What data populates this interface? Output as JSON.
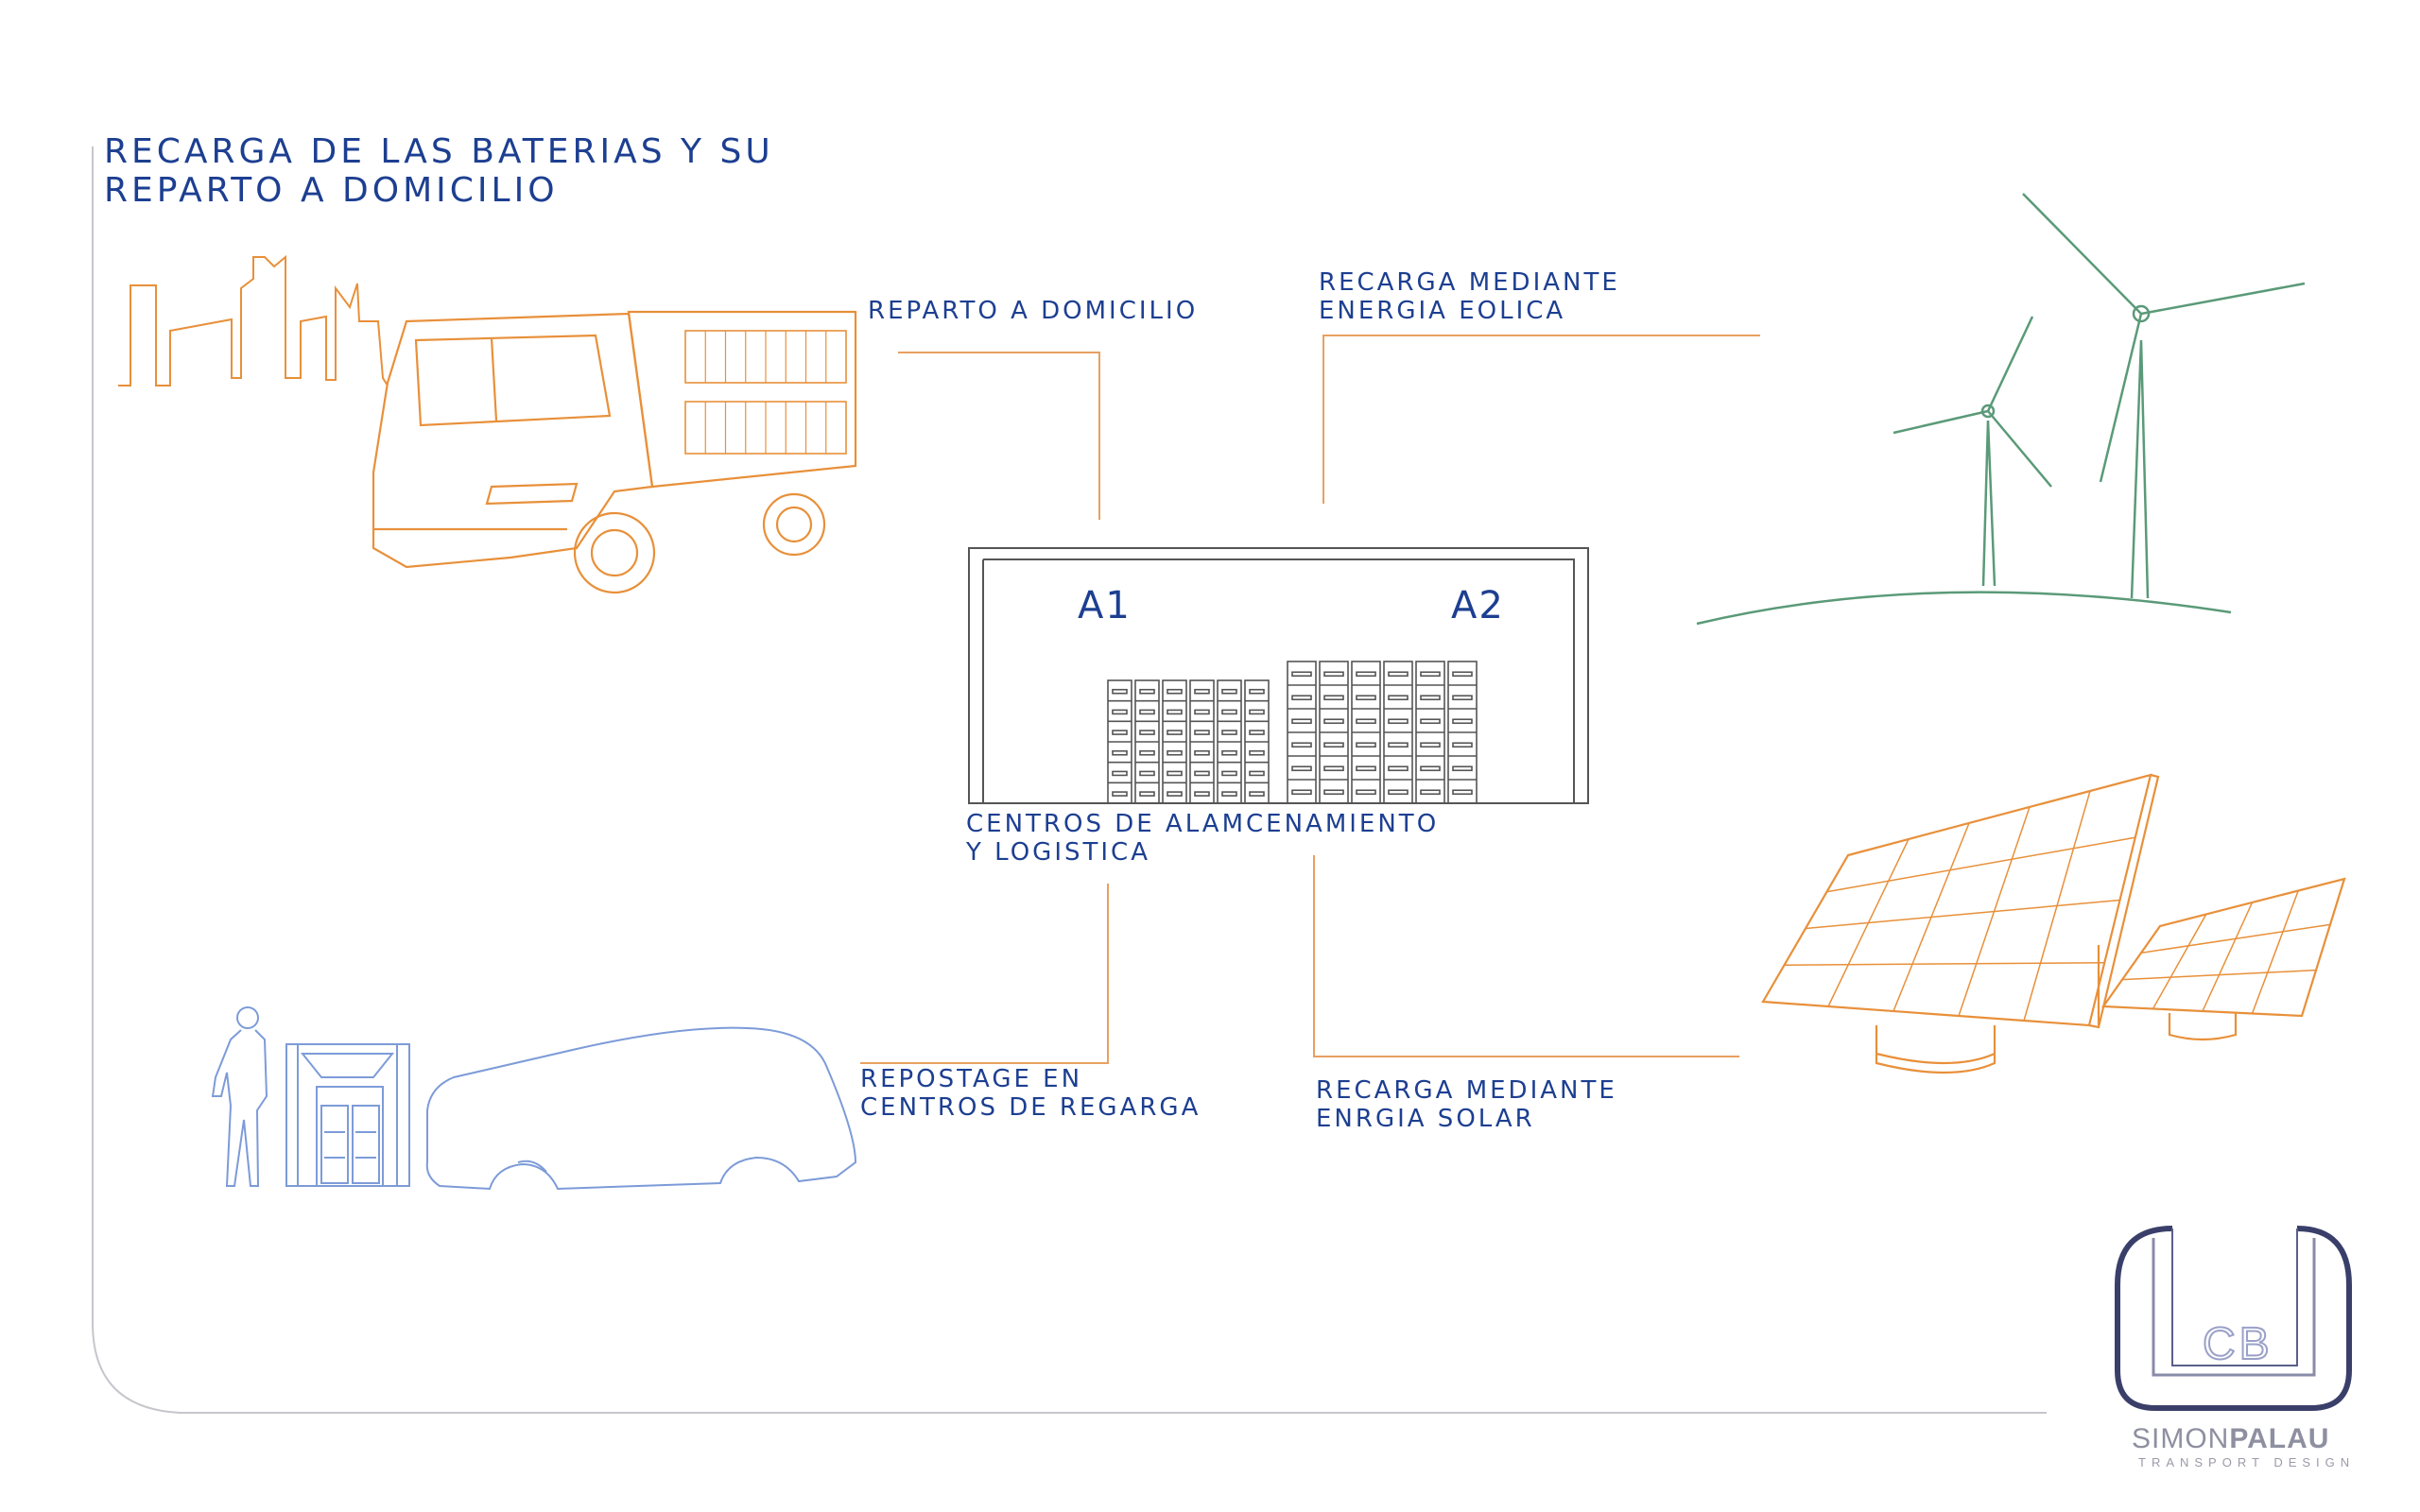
{
  "title_line1": "RECARGA DE LAS BATERIAS Y  SU",
  "title_line2": "REPARTO A DOMICILIO",
  "labels": {
    "delivery": "REPARTO A DOMICILIO",
    "wind_line1": "RECARGA MEDIANTE",
    "wind_line2": "ENERGIA EOLICA",
    "center_line1": "CENTROS DE ALAMCENAMIENTO",
    "center_line2": "Y LOGISTICA",
    "refuel_line1": "REPOSTAGE EN",
    "refuel_line2": "CENTROS DE REGARGA",
    "solar_line1": "RECARGA MEDIANTE",
    "solar_line2": "ENRGIA SOLAR"
  },
  "zones": {
    "a1": "A1",
    "a2": "A2"
  },
  "logo": {
    "monogram": "CB",
    "brand_light": "SIMON",
    "brand_bold": "PALAU",
    "tagline": "TRANSPORT DESIGN"
  },
  "icons": [
    "city-skyline-icon",
    "delivery-truck-icon",
    "wind-turbine-icon",
    "solar-panel-icon",
    "person-icon",
    "charging-station-icon",
    "electric-car-icon",
    "battery-rack-icon"
  ],
  "colors": {
    "text": "#1d3f91",
    "orange": "#e8903a",
    "green": "#5a9a78",
    "blue": "#7d9bd8",
    "gray": "#555555",
    "frame": "#c6c6cc"
  }
}
